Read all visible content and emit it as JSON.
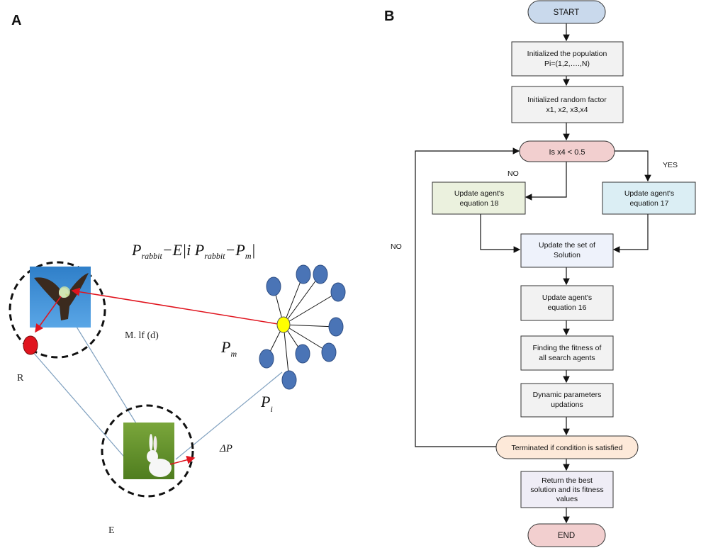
{
  "panel_a": {
    "label": "A",
    "formula": {
      "p1": "P",
      "s1": "rabbit",
      "mid": "−E|i P",
      "s2": "rabbit",
      "end": "−P",
      "s3": "m",
      "close": "|"
    },
    "mlf": "M. lf (d)",
    "pm": {
      "main": "P",
      "sub": "m"
    },
    "pi": {
      "main": "P",
      "sub": "i"
    },
    "delta": "ΔP",
    "r": "R",
    "e": "E",
    "icons": {
      "eagle": "eagle-image",
      "rabbit": "rabbit-image"
    },
    "colors": {
      "hawk": "#3f72af",
      "dot_red": "#e0141e",
      "dot_yellow": "#ffff00",
      "search_agent": "#4a74b6",
      "arrow": "#e0141e",
      "line": "#7fa0bf"
    }
  },
  "panel_b": {
    "label": "B",
    "start": "START",
    "init_pop": [
      "Initialized the population",
      "Pi=(1,2,….,N)"
    ],
    "init_rand": [
      "Initialized random factor",
      "x1, x2, x3,x4"
    ],
    "decision": "Is x4 < 0.5",
    "no_label": "NO",
    "yes_label": "YES",
    "left_no": "NO",
    "upd18": [
      "Update agent's",
      "equation 18"
    ],
    "upd17": [
      "Update agent's",
      "equation 17"
    ],
    "set_solution": [
      "Update the set of",
      "Solution"
    ],
    "upd16": [
      "Update agent's",
      "equation 16"
    ],
    "fitness": [
      "Finding the fitness of",
      "all search agents"
    ],
    "dynamic": [
      "Dynamic parameters",
      "updations"
    ],
    "terminate": "Terminated if condition is satisfied",
    "return": [
      "Return the best",
      "solution and its fitness",
      "values"
    ],
    "end": "END",
    "colors": {
      "start": "#c9d9ec",
      "box": "#f2f2f2",
      "decision": "#f2cfcf",
      "eq18": "#ebf1de",
      "eq17": "#dbeef4",
      "solution": "#eef2fb",
      "terminate": "#fde9d9",
      "return": "#efedf6",
      "end": "#f2cfcf"
    }
  }
}
